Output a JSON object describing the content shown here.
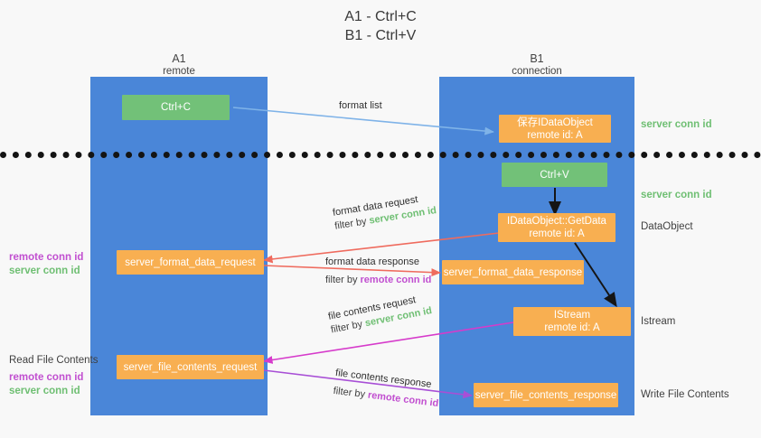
{
  "title": {
    "line1": "A1 - Ctrl+C",
    "line2": "B1 - Ctrl+V"
  },
  "colors": {
    "lane": "#4a86d8",
    "orange_node": "#f8af51",
    "green_node": "#72c178",
    "server_conn_id": "#6fbf73",
    "remote_conn_id": "#c14fd0",
    "arrow_blue": "#7fb3e8",
    "arrow_red": "#ef6b5e",
    "arrow_magenta": "#d63bcb",
    "arrow_purple": "#a84fd6",
    "arrow_black": "#151515",
    "background": "#f8f8f8"
  },
  "columns": [
    {
      "name": "A1",
      "subtitle": "remote"
    },
    {
      "name": "B1",
      "subtitle": "connection"
    }
  ],
  "nodes": {
    "ctrl_c": {
      "line1": "Ctrl+C",
      "kind": "green"
    },
    "save_idataobject": {
      "line1": "保存IDataObject",
      "line2": "remote id: A",
      "kind": "orange"
    },
    "ctrl_v": {
      "line1": "Ctrl+V",
      "kind": "green"
    },
    "getdata": {
      "line1": "IDataObject::GetData",
      "line2": "remote id: A",
      "kind": "orange"
    },
    "server_format_data_request": {
      "line1": "server_format_data_request",
      "kind": "orange"
    },
    "server_format_data_response": {
      "line1": "server_format_data_response",
      "kind": "orange"
    },
    "istream": {
      "line1": "IStream",
      "line2": "remote id: A",
      "kind": "orange"
    },
    "server_file_contents_request": {
      "line1": "server_file_contents_request",
      "kind": "orange"
    },
    "server_file_contents_response": {
      "line1": "server_file_contents_response",
      "kind": "orange"
    }
  },
  "right_labels": {
    "server_conn_id_top": "server conn id",
    "server_conn_id_mid": "server conn id",
    "dataobject": "DataObject",
    "istream": "Istream",
    "write_file_contents": "Write File Contents"
  },
  "left_labels": {
    "remote_conn_id_1": "remote conn id",
    "server_conn_id_1": "server conn id",
    "read_file_contents": "Read File Contents",
    "remote_conn_id_2": "remote conn id",
    "server_conn_id_2": "server conn id"
  },
  "edges": {
    "format_list": "format list",
    "format_data_request": "format data request",
    "format_data_request_filter_prefix": "filter by ",
    "format_data_request_filter_value": "server conn id",
    "format_data_response": "format data response",
    "format_data_response_filter_prefix": "filter by ",
    "format_data_response_filter_value": "remote conn id",
    "file_contents_request": "file contents request",
    "file_contents_request_filter_prefix": "filter by ",
    "file_contents_request_filter_value": "server conn id",
    "file_contents_response": "file contents response",
    "file_contents_response_filter_prefix": "filter by ",
    "file_contents_response_filter_value": "remote conn id"
  }
}
